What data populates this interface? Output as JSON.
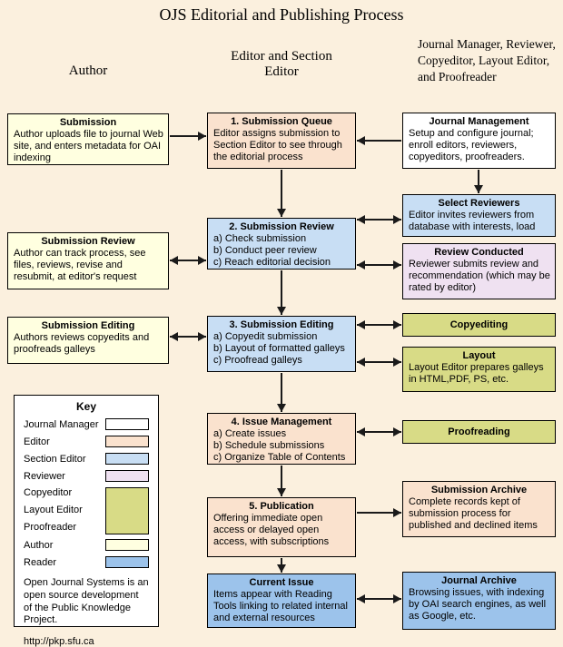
{
  "title": "OJS Editorial and Publishing Process",
  "column_headers": {
    "author": "Author",
    "editor": "Editor and Section Editor",
    "manager": "Journal Manager, Reviewer, Copyeditor, Layout Editor, and Proofreader"
  },
  "palette": {
    "page_bg": "#FBF0DE",
    "journal_manager": "#FFFFFF",
    "editor": "#FAE2CE",
    "section_editor": "#C8DEF4",
    "reviewer": "#EFE1F1",
    "copyeditor": "#D8DB86",
    "author": "#FFFFE0",
    "reader": "#9CC3EB",
    "border": "#000000"
  },
  "author_column": {
    "submission": {
      "title": "Submission",
      "body": "Author uploads file to journal Web site, and enters metadata for OAI indexing"
    },
    "submission_review": {
      "title": "Submission Review",
      "body": "Author can track process, see files, reviews, revise and resubmit, at editor's request"
    },
    "submission_editing": {
      "title": "Submission Editing",
      "body": "Authors reviews copyedits and proofreads galleys"
    }
  },
  "editor_column": {
    "queue": {
      "title": "1. Submission Queue",
      "body": "Editor assigns submission to Section Editor to see through the editorial process"
    },
    "review": {
      "title": "2. Submission Review",
      "lines": [
        "a) Check submission",
        "b) Conduct peer review",
        "c) Reach editorial decision"
      ]
    },
    "editing": {
      "title": "3. Submission Editing",
      "lines": [
        "a) Copyedit submission",
        "b) Layout of formatted galleys",
        "c) Proofread galleys"
      ]
    },
    "issue_management": {
      "title": "4. Issue Management",
      "lines": [
        "a) Create issues",
        "b) Schedule submissions",
        "c) Organize Table of Contents"
      ]
    },
    "publication": {
      "title": "5. Publication",
      "body": "Offering immediate open access or delayed open access, with subscriptions"
    },
    "current_issue": {
      "title": "Current Issue",
      "body": "Items appear with Reading Tools linking to related internal and external resources"
    }
  },
  "manager_column": {
    "journal_management": {
      "title": "Journal Management",
      "body": "Setup and configure journal; enroll editors, reviewers, copyeditors, proofreaders."
    },
    "select_reviewers": {
      "title": "Select Reviewers",
      "body": "Editor invites reviewers from database with interests, load"
    },
    "review_conducted": {
      "title": "Review Conducted",
      "body": "Reviewer submits review and recommendation (which may be rated by editor)"
    },
    "copyediting": {
      "title": "Copyediting"
    },
    "layout": {
      "title": "Layout",
      "body": "Layout Editor prepares galleys in HTML,PDF, PS, etc."
    },
    "proofreading": {
      "title": "Proofreading"
    },
    "submission_archive": {
      "title": "Submission Archive",
      "body": "Complete records kept of submission process for published and declined items"
    },
    "journal_archive": {
      "title": "Journal Archive",
      "body": "Browsing issues, with indexing by OAI search engines, as well as Google, etc."
    }
  },
  "key": {
    "title": "Key",
    "entries": [
      {
        "label": "Journal Manager",
        "color": "#FFFFFF"
      },
      {
        "label": "Editor",
        "color": "#FAE2CE"
      },
      {
        "label": "Section Editor",
        "color": "#C8DEF4"
      },
      {
        "label": "Reviewer",
        "color": "#EFE1F1"
      },
      {
        "label": "Copyeditor",
        "color": "#D8DB86"
      },
      {
        "label": "Layout Editor",
        "color": "#D8DB86"
      },
      {
        "label": "Proofreader",
        "color": "#D8DB86"
      },
      {
        "label": "Author",
        "color": "#FFFFE0"
      },
      {
        "label": "Reader",
        "color": "#9CC3EB"
      }
    ],
    "note": "Open Journal Systems is an open source development of the Public Knowledge Project.",
    "url": "http://pkp.sfu.ca"
  }
}
